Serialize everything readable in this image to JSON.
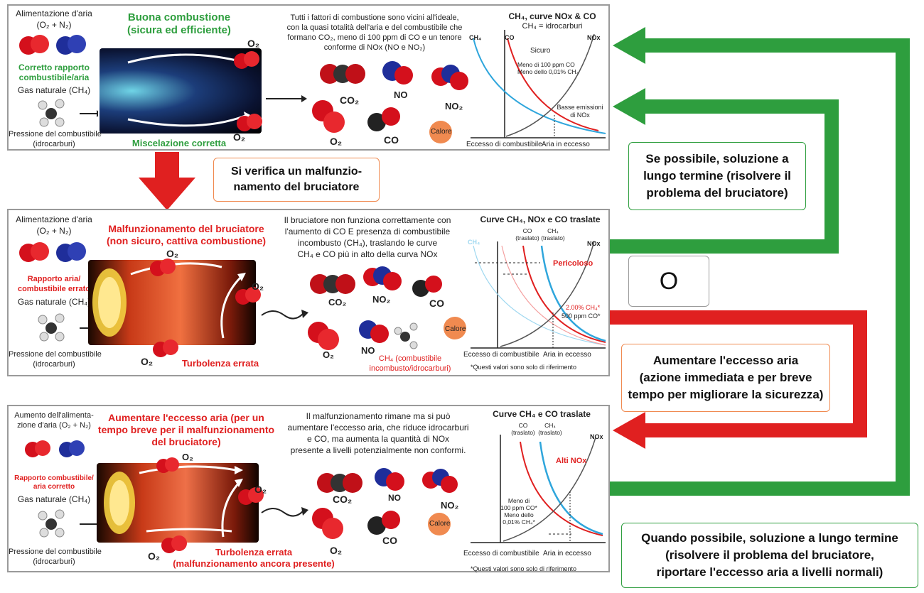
{
  "colors": {
    "green": "#2e9e3e",
    "red": "#e02020",
    "gray": "#9a9a9a",
    "orange": "#f08a50"
  },
  "panel1": {
    "air_label": "Alimentazione d'aria",
    "air_formula": "(O₂ + N₂)",
    "ratio": [
      "Corretto rapporto",
      "combustibile/aria"
    ],
    "gas": "Gas naturale (CH₄)",
    "pressure": [
      "Pressione del combustibile",
      "(idrocarburi)"
    ],
    "title": [
      "Buona combustione",
      "(sicura ed efficiente)"
    ],
    "bottom": "Miscelazione corretta",
    "o2": "O₂",
    "desc": [
      "Tutti i fattori di combustione sono vicini all'ideale,",
      "con la quasi totalità dell'aria e del combustibile che",
      "formano CO₂, meno di 100 ppm di CO e un tenore",
      "conforme di NOx (NO e NO₂)"
    ],
    "molecules": {
      "co2": "CO₂",
      "no": "NO",
      "no2": "NO₂",
      "o2": "O₂",
      "co": "CO",
      "heat": "Calore"
    },
    "chart": {
      "title": "CH₄, curve NOx & CO",
      "subtitle": "CH₄ = idrocarburi",
      "ch4": "CH₄",
      "co": "CO",
      "nox": "NOx",
      "safe": "Sicuro",
      "note": [
        "Meno di 100 ppm CO",
        "Meno dello 0,01% CH₄"
      ],
      "low": [
        "Basse emissioni",
        "di NOx"
      ],
      "xleft": "Eccesso di combustibile",
      "xright": "Aria in eccesso"
    }
  },
  "arrow_label": [
    "Si verifica un malfunzio-",
    "namento del bruciatore"
  ],
  "panel2": {
    "air_label": "Alimentazione d'aria",
    "air_formula": "(O₂ + N₂)",
    "ratio": [
      "Rapporto aria/",
      "combustibile errato"
    ],
    "gas": "Gas naturale (CH₄)",
    "pressure": [
      "Pressione del combustibile",
      "(idrocarburi)"
    ],
    "title": [
      "Malfunzionamento del bruciatore",
      "(non sicuro, cattiva combustione)"
    ],
    "bottom": "Turbolenza errata",
    "o2": "O₂",
    "desc": [
      "Il bruciatore non funziona correttamente con",
      "l'aumento di CO E presenza di combustibile",
      "incombusto (CH₄), traslando le curve",
      "CH₄ e CO più in alto della curva NOx"
    ],
    "molecules": {
      "co2": "CO₂",
      "no2": "NO₂",
      "co": "CO",
      "o2": "O₂",
      "no": "NO",
      "heat": "Calore",
      "ch4": [
        "CH₄ (combustibile",
        "incombusto/idrocarburi)"
      ]
    },
    "chart": {
      "title": "Curve CH₄, NOx e CO traslate",
      "ch4": "CH₄",
      "co_shift": [
        "CO",
        "(traslato)"
      ],
      "ch4_shift": [
        "CH₄",
        "(traslato)"
      ],
      "nox": "NOx",
      "danger": "Pericoloso",
      "v1": "2.00% CH₄*",
      "v2": "500 ppm CO*",
      "xleft": "Eccesso di combustibile",
      "xright": "Aria in eccesso",
      "foot": "*Questi valori sono solo di riferimento"
    }
  },
  "panel3": {
    "air_label": [
      "Aumento dell'alimenta-",
      "zione d'aria (O₂ + N₂)"
    ],
    "ratio": [
      "Rapporto combustibile/",
      "aria corretto"
    ],
    "gas": "Gas naturale (CH₄)",
    "pressure": [
      "Pressione del combustibile",
      "(idrocarburi)"
    ],
    "title": [
      "Aumentare l'eccesso aria (per un",
      "tempo breve per il malfunzionamento",
      "del bruciatore)"
    ],
    "bottom": [
      "Turbolenza errata",
      "(malfunzionamento ancora presente)"
    ],
    "o2": "O₂",
    "desc": [
      "Il malfunzionamento rimane ma si può",
      "aumentare l'eccesso aria, che riduce idrocarburi",
      "e CO, ma aumenta la quantità di NOx",
      "presente a livelli potenzialmente non conformi."
    ],
    "molecules": {
      "co2": "CO₂",
      "no": "NO",
      "no2": "NO₂",
      "o2": "O₂",
      "co": "CO",
      "heat": "Calore"
    },
    "chart": {
      "title": "Curve CH₄ e CO traslate",
      "co_shift": [
        "CO",
        "(traslato)"
      ],
      "ch4_shift": [
        "CH₄",
        "(traslato)"
      ],
      "nox": "NOx",
      "high": "Alti NOx",
      "note": [
        "Meno di",
        "100 ppm CO*",
        "Meno dello",
        "0,01% CH₄*"
      ],
      "xleft": "Eccesso di combustibile",
      "xright": "Aria in eccesso",
      "foot": "*Questi valori sono solo di riferimento"
    }
  },
  "right": {
    "box1": [
      "Se possibile, soluzione a",
      "lungo termine (risolvere il",
      "problema del bruciatore)"
    ],
    "or": "O",
    "box2": [
      "Aumentare l'eccesso aria",
      "(azione immediata e per breve",
      "tempo per migliorare la sicurezza)"
    ],
    "box3": [
      "Quando possibile, soluzione a lungo termine",
      "(risolvere il problema del bruciatore,",
      "riportare l'eccesso aria a livelli normali)"
    ]
  }
}
